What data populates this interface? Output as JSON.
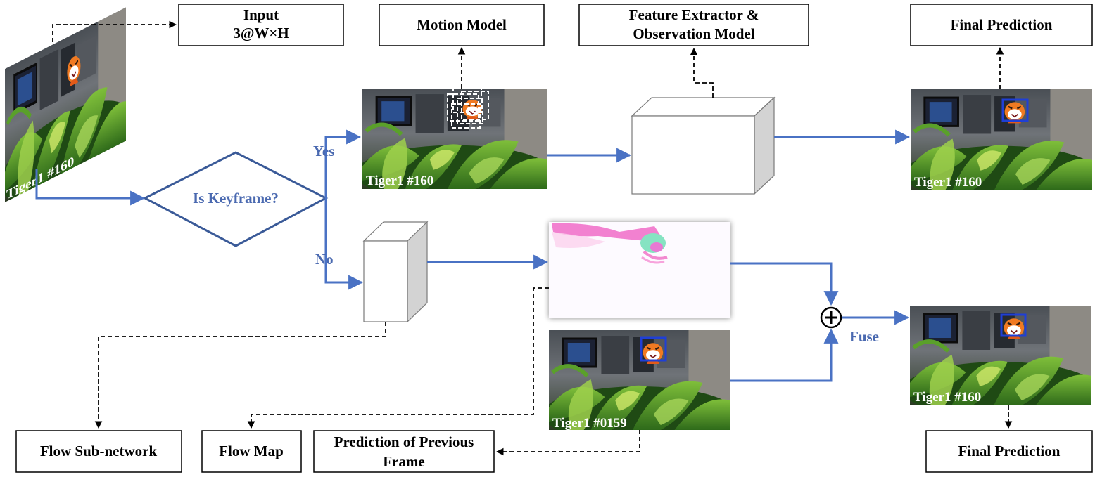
{
  "boxes": {
    "input_line1": "Input",
    "input_line2": "3@W×H",
    "motion_model": "Motion Model",
    "feature_line1": "Feature Extractor &",
    "feature_line2": "Observation Model",
    "final_prediction_top": "Final Prediction",
    "flow_subnetwork": "Flow Sub-network",
    "flow_map": "Flow Map",
    "prev_pred_line1": "Prediction of Previous",
    "prev_pred_line2": "Frame",
    "final_prediction_bottom": "Final Prediction"
  },
  "decision": {
    "label": "Is Keyframe?",
    "yes_label": "Yes",
    "no_label": "No"
  },
  "fuse": {
    "label": "Fuse",
    "symbol": "⊕"
  },
  "frames": {
    "input_frame": "Tiger1 #160",
    "keyframe": "Tiger1 #160",
    "final_top": "Tiger1 #160",
    "previous": "Tiger1 #0159",
    "final_bottom": "Tiger1 #160"
  },
  "colors": {
    "flow_arrow": "#4a72c4",
    "flow_text": "#4a69b0",
    "bbox": "#1f3fd6",
    "dashed": "#000000"
  }
}
